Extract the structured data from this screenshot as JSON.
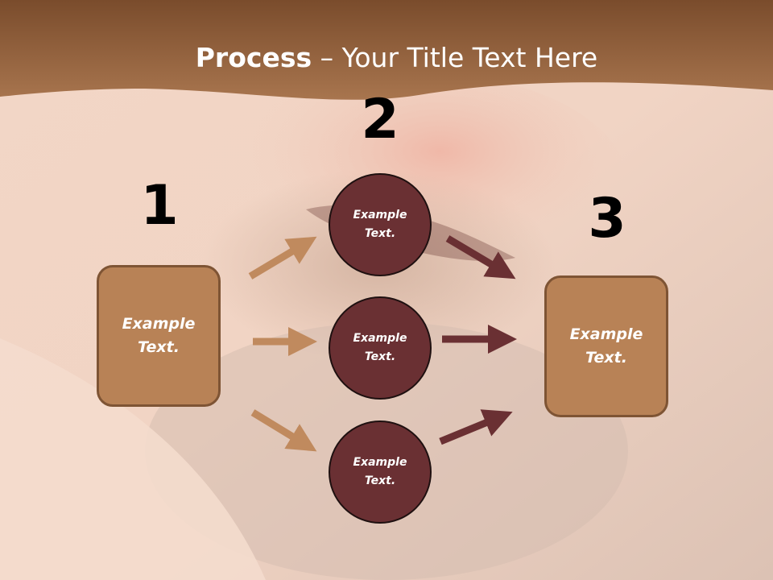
{
  "slide": {
    "title_strong": "Process",
    "title_rest": " – Your Title Text Here"
  },
  "steps": {
    "one": "1",
    "two": "2",
    "three": "3"
  },
  "left_box": {
    "text": "Example Text."
  },
  "right_box": {
    "text": "Example Text."
  },
  "circles": [
    {
      "text": "Example Text."
    },
    {
      "text": "Example Text."
    },
    {
      "text": "Example Text."
    }
  ],
  "colors": {
    "header_band": "#a7724c",
    "box_fill": "#b88256",
    "circle_fill": "#6a3033",
    "arrow_light": "#c08a5e",
    "arrow_dark": "#6a3033"
  }
}
